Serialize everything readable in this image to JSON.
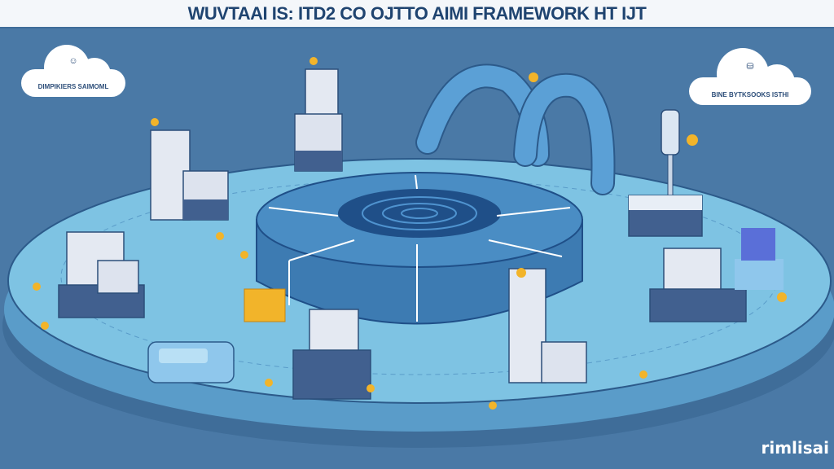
{
  "title": "WUVTAAI IS: ITD2 CO OJTTO AIMI FRAMEWORK HT IJT",
  "clouds": [
    {
      "label": "DIMPIKIERS SAIMOML",
      "icon": "robot-icon"
    },
    {
      "label": "BINE BYTKSOOKS ISTHI",
      "icon": "database-icon"
    }
  ],
  "watermark": "rimlisai",
  "colors": {
    "background": "#4a79a6",
    "platform_top": "#7ec3e3",
    "platform_side": "#5a9cc9",
    "hub_top": "#3f7fb6",
    "hub_center": "#1f4f88",
    "title_text": "#1f4470",
    "accent_gold": "#f2b42a",
    "building": "#e4e9f2"
  }
}
